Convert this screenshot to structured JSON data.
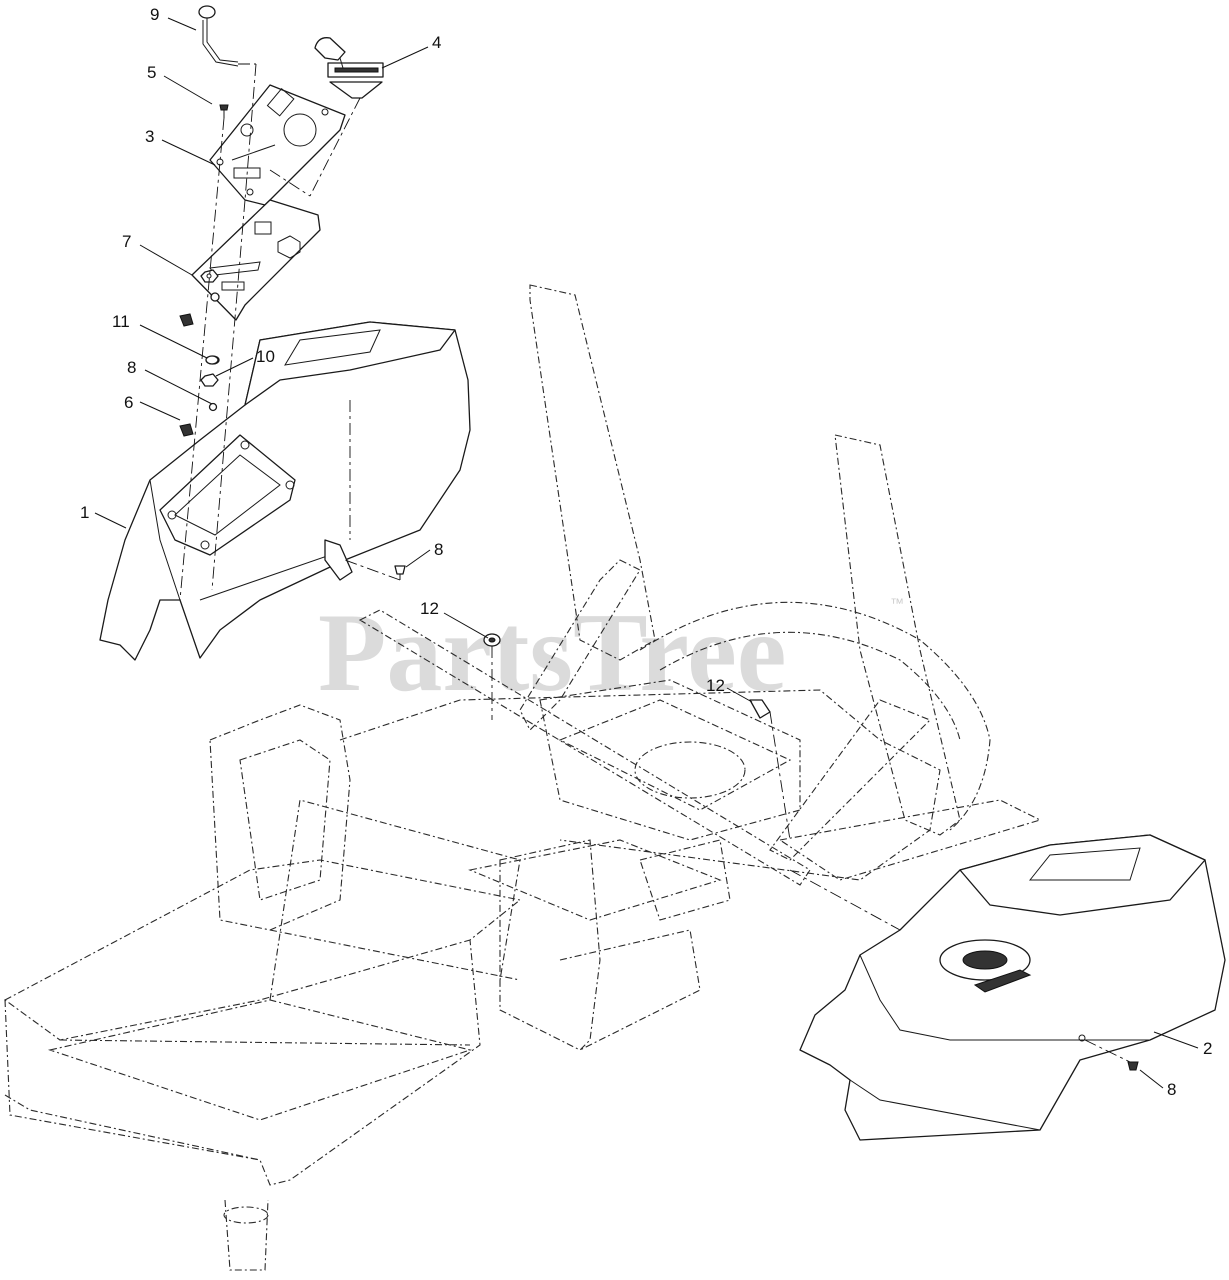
{
  "callouts": {
    "c1": "1",
    "c2": "2",
    "c3": "3",
    "c4": "4",
    "c5": "5",
    "c6": "6",
    "c7": "7",
    "c8a": "8",
    "c8b": "8",
    "c8c": "8",
    "c9": "9",
    "c10": "10",
    "c11": "11",
    "c12a": "12",
    "c12b": "12"
  },
  "watermark": {
    "text": "PartsTree",
    "trademark": "™"
  }
}
